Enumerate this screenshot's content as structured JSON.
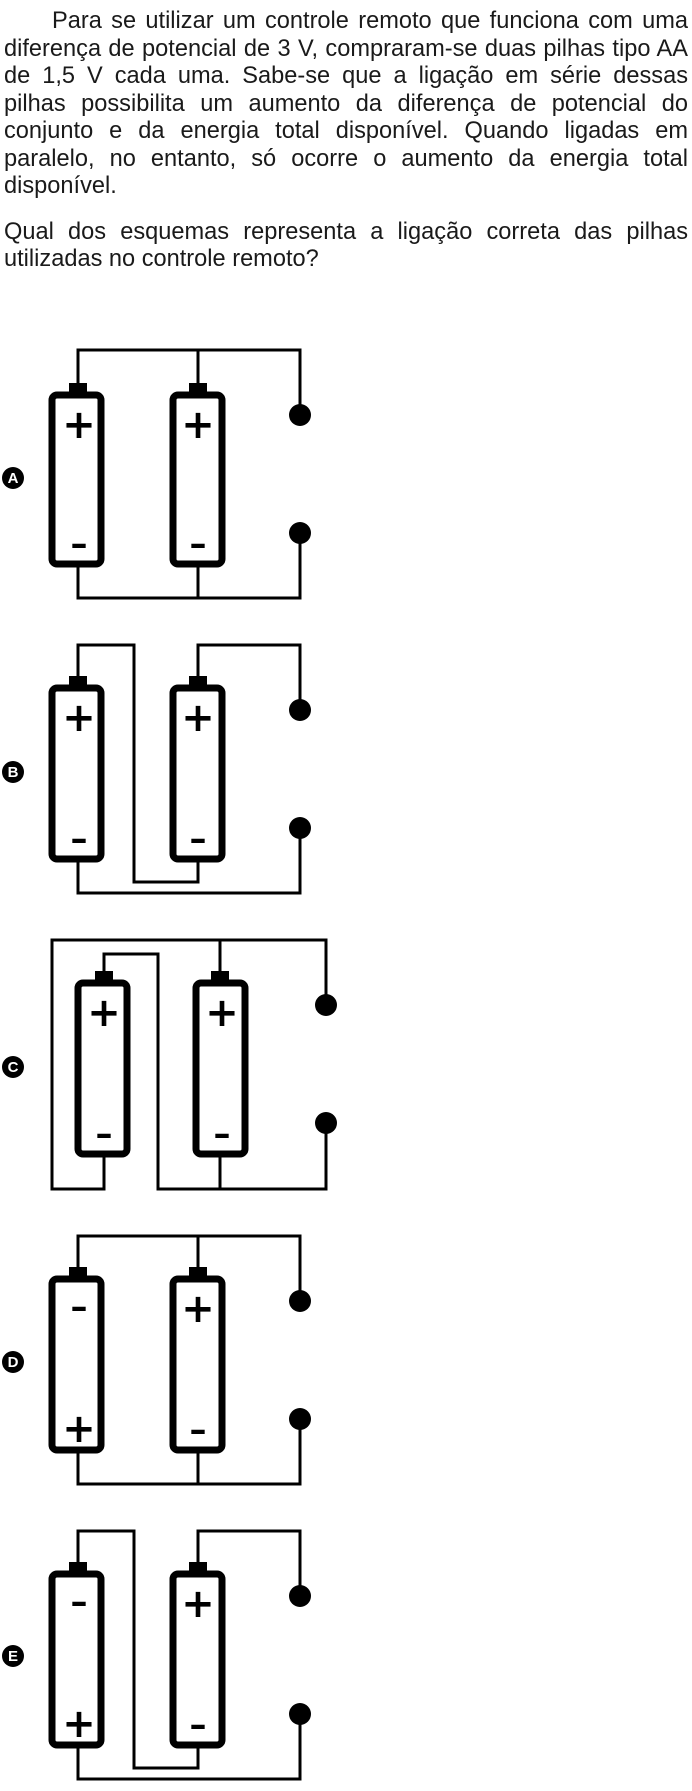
{
  "question": {
    "paragraph1": "Para se utilizar um controle remoto que funciona com uma diferença de potencial de 3 V, compraram-se duas pilhas tipo AA de 1,5 V cada uma. Sabe-se que a ligação em série dessas pilhas possibilita um aumento da diferença de potencial do conjunto e da energia total disponível. Quando ligadas em paralelo, no entanto, só ocorre o aumento da energia total disponível.",
    "paragraph2": "Qual dos esquemas representa a ligação correta das pilhas utilizadas no controle remoto?"
  },
  "options": [
    {
      "letter": "A",
      "battery1": {
        "top": "+",
        "bottom": "–"
      },
      "battery2": {
        "top": "+",
        "bottom": "–"
      }
    },
    {
      "letter": "B",
      "battery1": {
        "top": "+",
        "bottom": "–"
      },
      "battery2": {
        "top": "+",
        "bottom": "–"
      }
    },
    {
      "letter": "C",
      "battery1": {
        "top": "+",
        "bottom": "–"
      },
      "battery2": {
        "top": "+",
        "bottom": "–"
      }
    },
    {
      "letter": "D",
      "battery1": {
        "top": "–",
        "bottom": "+"
      },
      "battery2": {
        "top": "+",
        "bottom": "–"
      }
    },
    {
      "letter": "E",
      "battery1": {
        "top": "–",
        "bottom": "+"
      },
      "battery2": {
        "top": "+",
        "bottom": "–"
      }
    }
  ]
}
